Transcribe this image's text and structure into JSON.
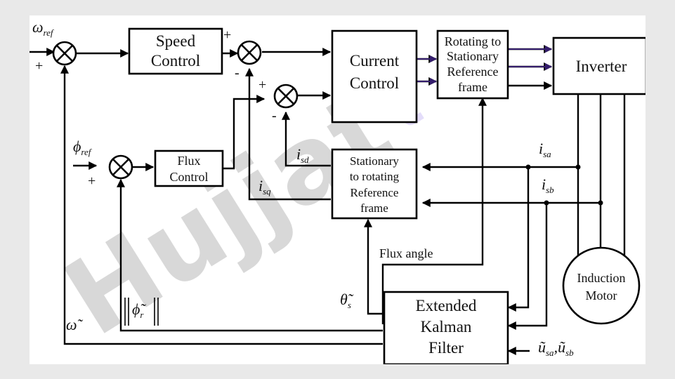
{
  "blocks": {
    "speed_control": [
      "Speed",
      "Control"
    ],
    "current_control": [
      "Current",
      "Control"
    ],
    "rot_to_stat": [
      "Rotating to",
      "Stationary",
      "Reference",
      "frame"
    ],
    "inverter": [
      "Inverter"
    ],
    "flux_control": [
      "Flux",
      "Control"
    ],
    "stat_to_rot": [
      "Stationary",
      "to rotating",
      "Reference",
      "frame"
    ],
    "ekf": [
      "Extended",
      "Kalman",
      "Filter"
    ],
    "motor": [
      "Induction",
      "Motor"
    ]
  },
  "signals": {
    "omega_ref": {
      "sym": "ω",
      "sub": "ref"
    },
    "phi_ref": {
      "sym": "ϕ",
      "sub": "ref"
    },
    "i_sd": {
      "sym": "i",
      "sub": "sd"
    },
    "i_sq": {
      "sym": "i",
      "sub": "sq"
    },
    "i_sa": {
      "sym": "i",
      "sub": "sa"
    },
    "i_sb": {
      "sym": "i",
      "sub": "sb"
    },
    "flux_angle": "Flux angle",
    "theta_s": {
      "sym": "θ̃",
      "sub": "s"
    },
    "phi_r_mag": {
      "sym": "ϕ̃",
      "sub": "r"
    },
    "omega_est": "ω̃",
    "u_inputs": {
      "sym1": "ũ",
      "sub1": "sa",
      "sep": ",",
      "sym2": "ũ",
      "sub2": "sb"
    }
  },
  "signs": {
    "plus": "+",
    "minus": "-"
  },
  "watermark": "Hujjat"
}
